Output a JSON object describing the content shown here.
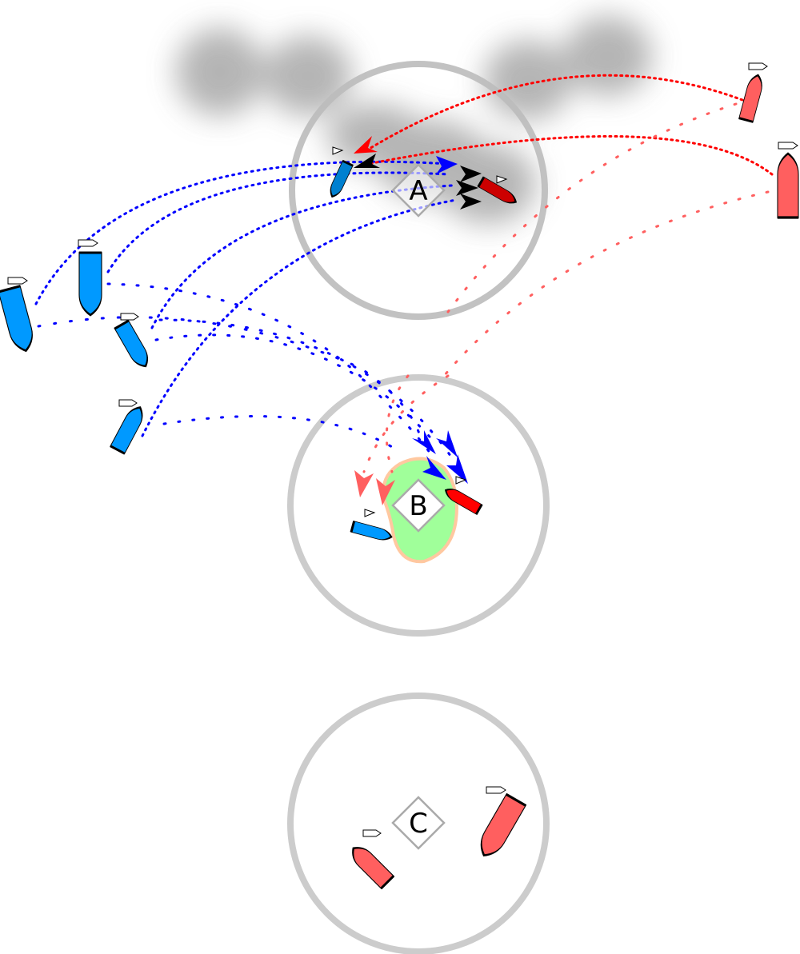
{
  "zones": [
    {
      "label": "A"
    },
    {
      "label": "B"
    },
    {
      "label": "C"
    }
  ],
  "colors": {
    "blue_team": "#0099ff",
    "red_team": "#ff5f5f",
    "red_active": "#cc0000",
    "blue_path": "#0000ff",
    "red_path": "#ff0000",
    "zone_ring": "#cccccc",
    "cloud": "#999999",
    "island": "#a0ff9a",
    "island_border": "#ffc8a0"
  }
}
